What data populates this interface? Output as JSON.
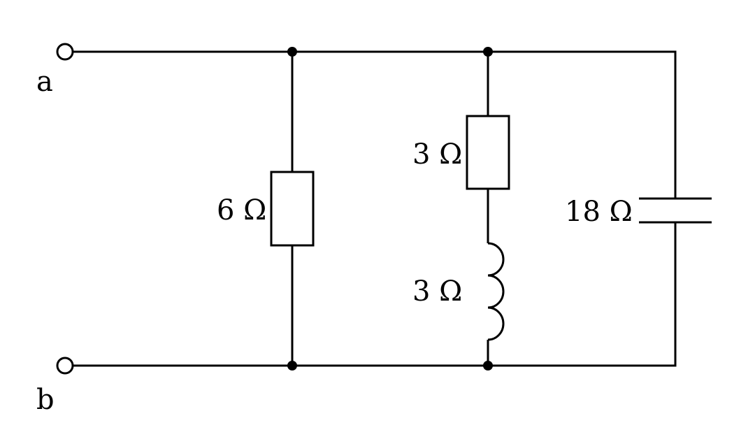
{
  "terminals": {
    "a": "a",
    "b": "b"
  },
  "components": {
    "resistor_left": {
      "type": "resistor",
      "label": "6 Ω"
    },
    "resistor_middle": {
      "type": "resistor",
      "label": "3 Ω"
    },
    "inductor_middle": {
      "type": "inductor",
      "label": "3 Ω"
    },
    "capacitor_right": {
      "type": "capacitor",
      "label": "18 Ω"
    }
  },
  "colors": {
    "line": "#000000",
    "background": "#ffffff"
  }
}
